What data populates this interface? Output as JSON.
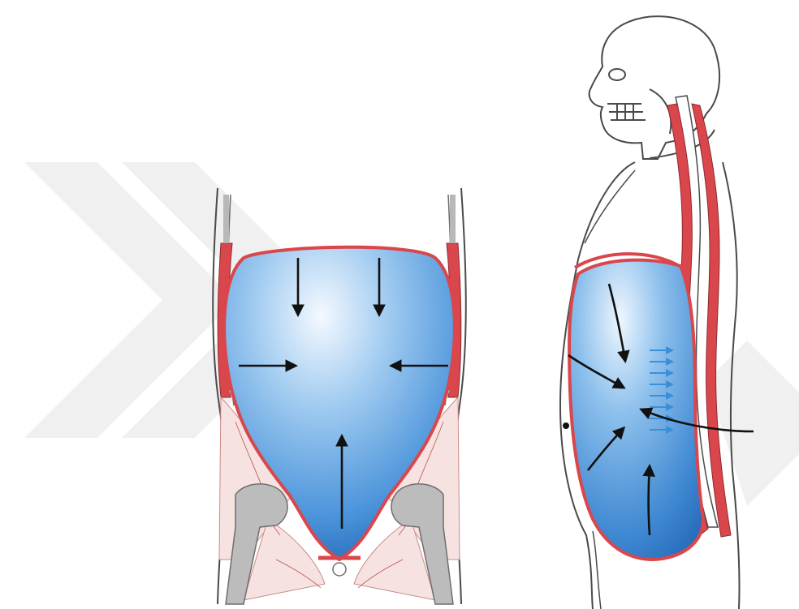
{
  "figure": {
    "panels": [
      {
        "id": "frontal-view",
        "view": "frontal"
      },
      {
        "id": "lateral-view",
        "view": "sagittal"
      }
    ],
    "colors": {
      "cavity_light": "#e8f3fc",
      "cavity_mid": "#6aaee6",
      "cavity_dark": "#1f68b6",
      "muscle": "#d9474c",
      "bone": "#bcbcbc",
      "outline": "#4a4a4a",
      "arrow": "#111111",
      "small_arrows": "#3a8fd6",
      "watermark": "#efefef"
    },
    "icons": [
      "arrow-icon",
      "skull-icon",
      "watermark-chevron-icon"
    ]
  }
}
